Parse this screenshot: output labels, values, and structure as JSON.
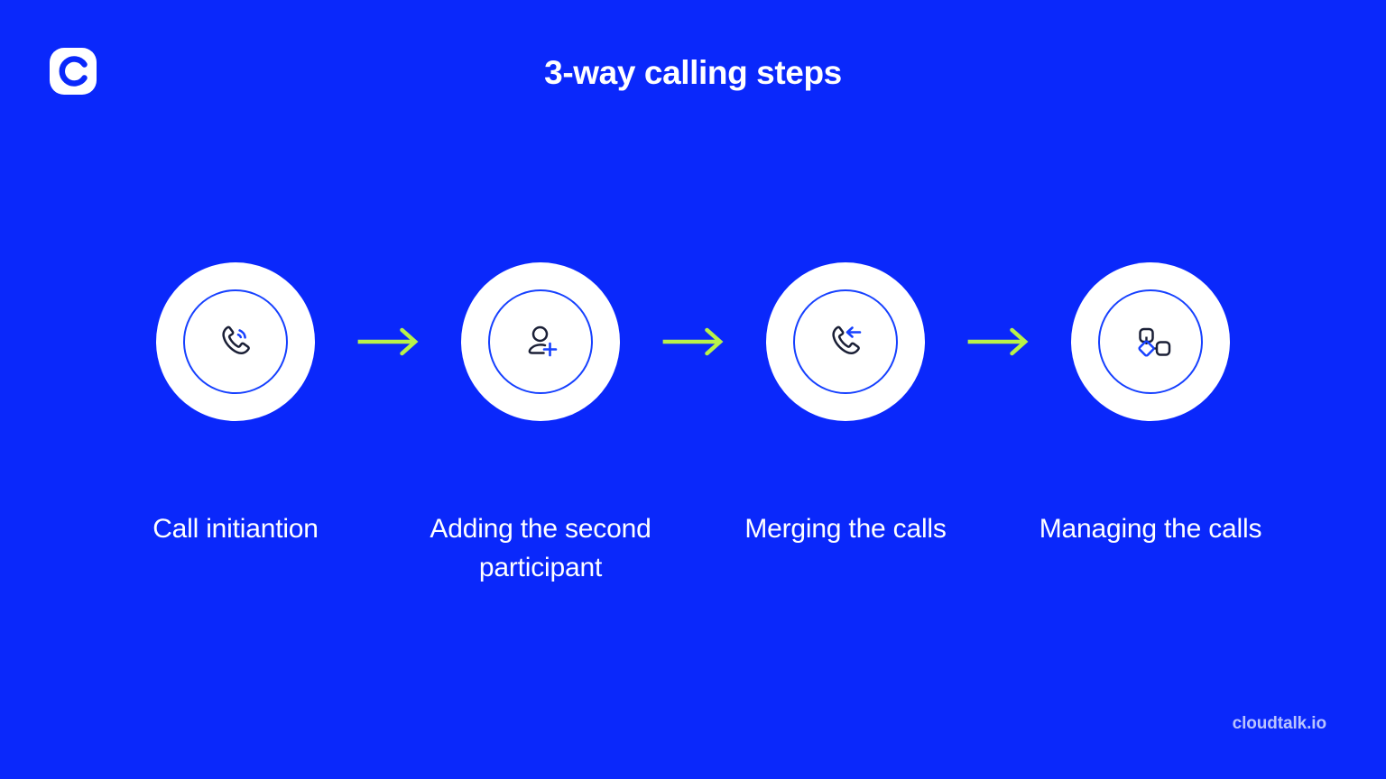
{
  "brand": {
    "logo_icon": "cloudtalk-logo-icon",
    "footer_text": "cloudtalk.io"
  },
  "header": {
    "title": "3-way calling steps"
  },
  "colors": {
    "background": "#0a28fb",
    "circle_fill": "#ffffff",
    "ring_stroke": "#1640ff",
    "icon_dark": "#1a1f36",
    "icon_accent": "#1640ff",
    "arrow_green": "#b8f24a",
    "title_text": "#ffffff",
    "label_text": "#ffffff",
    "footer_text": "#b9c4fd"
  },
  "flow": {
    "arrow_icon": "arrow-right-icon",
    "arrow_count": 3,
    "steps": [
      {
        "index": 1,
        "label": "Call initiantion",
        "icon": "phone-outgoing-call-icon"
      },
      {
        "index": 2,
        "label": "Adding the second participant",
        "icon": "person-add-icon"
      },
      {
        "index": 3,
        "label": "Merging the calls",
        "icon": "phone-incoming-arrow-icon"
      },
      {
        "index": 4,
        "label": "Managing the calls",
        "icon": "workflow-nodes-icon"
      }
    ]
  }
}
